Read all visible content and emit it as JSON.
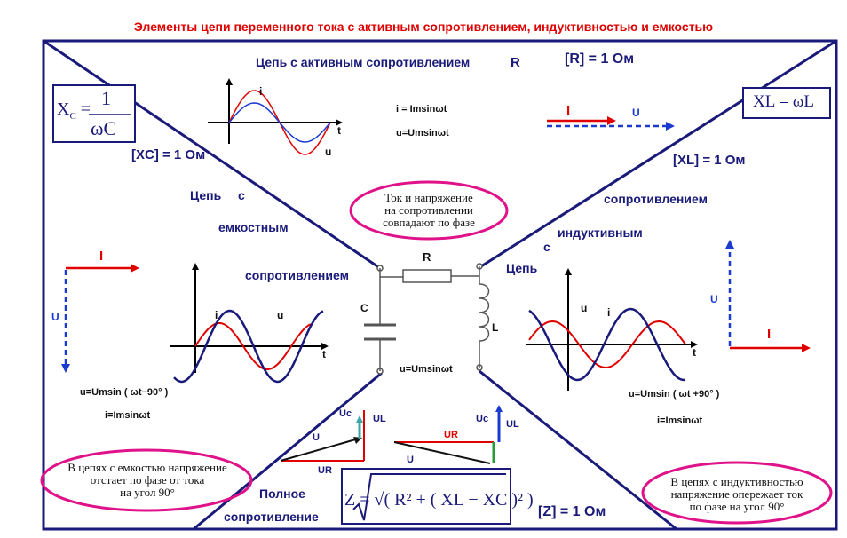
{
  "title": "Элементы цепи переменного тока с активным сопротивлением, индуктивностью и емкостью",
  "top": {
    "heading": "Цепь с активным сопротивлением",
    "heading_symbol": "R",
    "r_value": "[R] = 1 Ом",
    "i_label": "i",
    "u_label": "u",
    "t_label": "t",
    "eq_i": "i = Imsinωt",
    "eq_u": "u=Umsinωt",
    "vec_i": "I",
    "vec_u": "U"
  },
  "note_center": [
    "Ток и напряжение",
    "на сопротивлении",
    "совпадают по фазе"
  ],
  "left": {
    "xc_formula_lhs": "X",
    "xc_formula_sub": "C",
    "xc_formula_num": "1",
    "xc_formula_den": "ωC",
    "xc_value": "[XC] = 1 Ом",
    "word1": "Цепь",
    "word2": "с",
    "word3": "емкостным",
    "word4": "сопротивлением",
    "vec_i": "I",
    "vec_u": "U",
    "i_label": "i",
    "u_label": "u",
    "t_label": "t",
    "eq_u": "u=Umsin ( ωt−90° )",
    "eq_i": "i=Imsinωt",
    "note": [
      "В цепях с емкостью   напряжение",
      "отстает по фазе от тока",
      "на угол 90°"
    ]
  },
  "right": {
    "xl_formula": "XL = ωL",
    "xl_value": "[XL] = 1 Ом",
    "word1": "сопротивлением",
    "word2": "индуктивным",
    "word3": "с",
    "word4": "Цепь",
    "vec_u": "U",
    "vec_i": "I",
    "i_label": "i",
    "u_label": "u",
    "t_label": "t",
    "eq_u": "u=Umsin ( ωt +90° )",
    "eq_i": "i=Imsinωt",
    "note": [
      "В цепях с индуктивностью",
      "напряжение опережает ток",
      "по фазе на угол 90°"
    ]
  },
  "circuit": {
    "r_label": "R",
    "c_label": "C",
    "l_label": "L",
    "eq_u": "u=Umsinωt"
  },
  "bottom": {
    "word1": "Полное",
    "word2": "сопротивление",
    "z_formula": "Z = √( R² + ( XL − XC )² )",
    "z_value": "[Z] = 1 Ом",
    "left_triangle": {
      "uc": "Uc",
      "ul": "UL",
      "u": "U",
      "ur": "UR"
    },
    "right_triangle": {
      "uc": "Uc",
      "ul": "UL",
      "ur": "UR",
      "u": "U"
    }
  },
  "colors": {
    "navy": "#1a1a7a",
    "red": "#e00000",
    "blue_dash": "#1a3ad0",
    "pink": "#e0128a",
    "green": "#2a9a3a",
    "teal": "#3aa6a6"
  }
}
